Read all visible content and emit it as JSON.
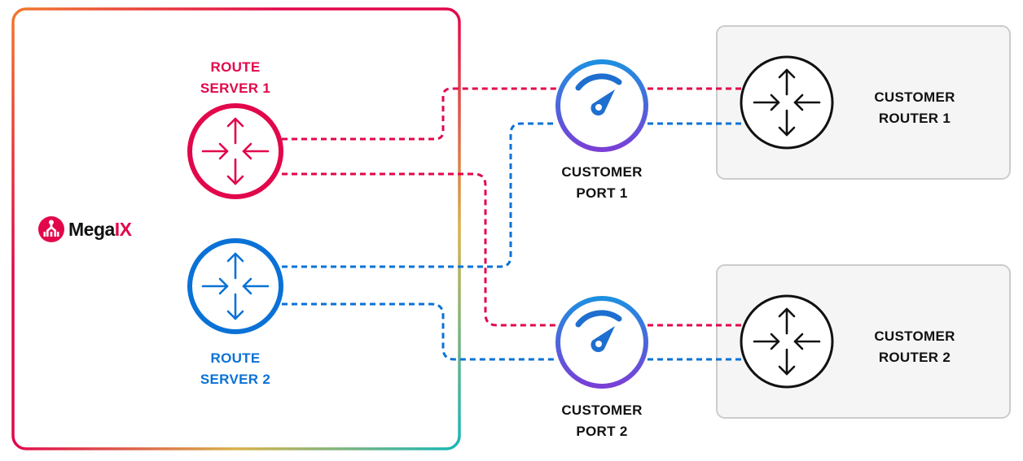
{
  "brand": {
    "name_main": "Mega",
    "name_accent": "IX"
  },
  "route_server_1": {
    "line1": "ROUTE",
    "line2": "SERVER 1"
  },
  "route_server_2": {
    "line1": "ROUTE",
    "line2": "SERVER 2"
  },
  "customer_port_1": {
    "line1": "CUSTOMER",
    "line2": "PORT 1"
  },
  "customer_port_2": {
    "line1": "CUSTOMER",
    "line2": "PORT 2"
  },
  "customer_router_1": {
    "line1": "CUSTOMER",
    "line2": "ROUTER 1"
  },
  "customer_router_2": {
    "line1": "CUSTOMER",
    "line2": "ROUTER 2"
  },
  "colors": {
    "route_server_1": "#E2074B",
    "route_server_2": "#0A72D6",
    "port_gradient_start": "#1E8FE0",
    "port_gradient_end": "#7A3FD6",
    "router_box_fill": "#F5F5F5",
    "router_box_border": "#CCCCCC"
  },
  "icons": [
    "router-icon",
    "speedometer-icon",
    "megaix-logo-icon"
  ]
}
